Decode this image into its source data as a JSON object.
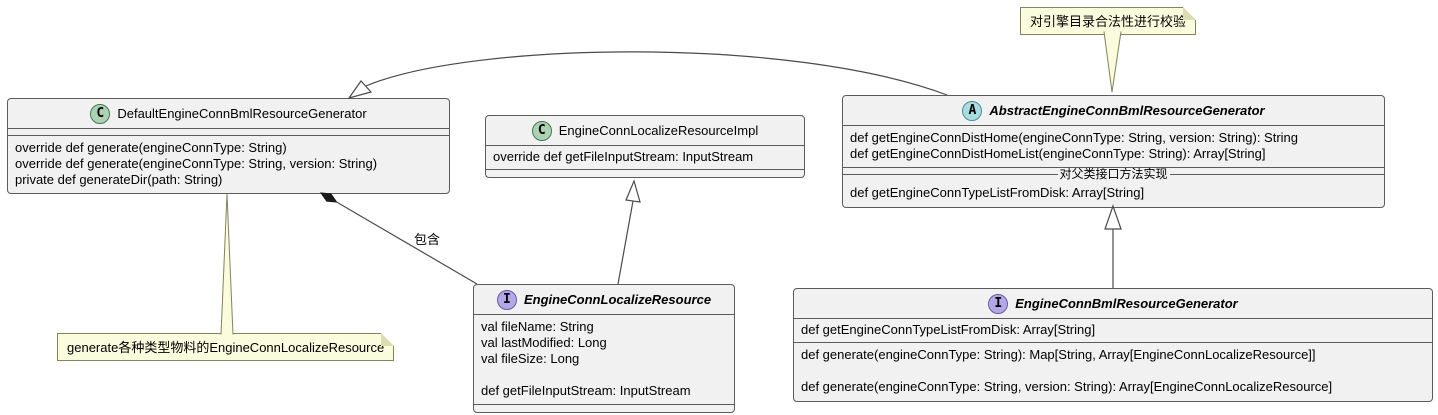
{
  "colors": {
    "class_fill": "#F1F1F1",
    "class_border": "#5b5b5b",
    "badge_class_bg": "#ADD1B2",
    "badge_abstract_bg": "#A9DCDF",
    "badge_interface_bg": "#B4A7E5",
    "note_bg": "#FBFBDD"
  },
  "classes": [
    {
      "badge": "C",
      "name": "DefaultEngineConnBmlResourceGenerator",
      "methods": [
        "override def generate(engineConnType: String)",
        "override def generate(engineConnType: String, version: String)",
        "private def generateDir(path: String)"
      ]
    },
    {
      "badge": "C",
      "name": "EngineConnLocalizeResourceImpl",
      "methods": [
        "override def getFileInputStream: InputStream"
      ]
    },
    {
      "badge": "A",
      "name": "AbstractEngineConnBmlResourceGenerator",
      "methods_top": [
        "def getEngineConnDistHome(engineConnType: String, version: String): String",
        "def getEngineConnDistHomeList(engineConnType: String): Array[String]"
      ],
      "divider": "对父类接口方法实现",
      "methods_bottom": [
        "def getEngineConnTypeListFromDisk: Array[String]"
      ]
    },
    {
      "badge": "I",
      "name": "EngineConnLocalizeResource",
      "fields": [
        "val fileName: String",
        "val lastModified: Long",
        "val fileSize: Long"
      ],
      "methods": [
        "def getFileInputStream: InputStream"
      ]
    },
    {
      "badge": "I",
      "name": "EngineConnBmlResourceGenerator",
      "methods_top": [
        "def getEngineConnTypeListFromDisk: Array[String]"
      ],
      "methods_bottom": [
        "def generate(engineConnType: String): Map[String, Array[EngineConnLocalizeResource]]",
        "def generate(engineConnType: String, version: String): Array[EngineConnLocalizeResource]"
      ]
    }
  ],
  "notes": [
    {
      "text": "对引擎目录合法性进行校验"
    },
    {
      "text": "generate各种类型物料的EngineConnLocalizeResource"
    }
  ],
  "edges": {
    "contains_label": "包含"
  }
}
